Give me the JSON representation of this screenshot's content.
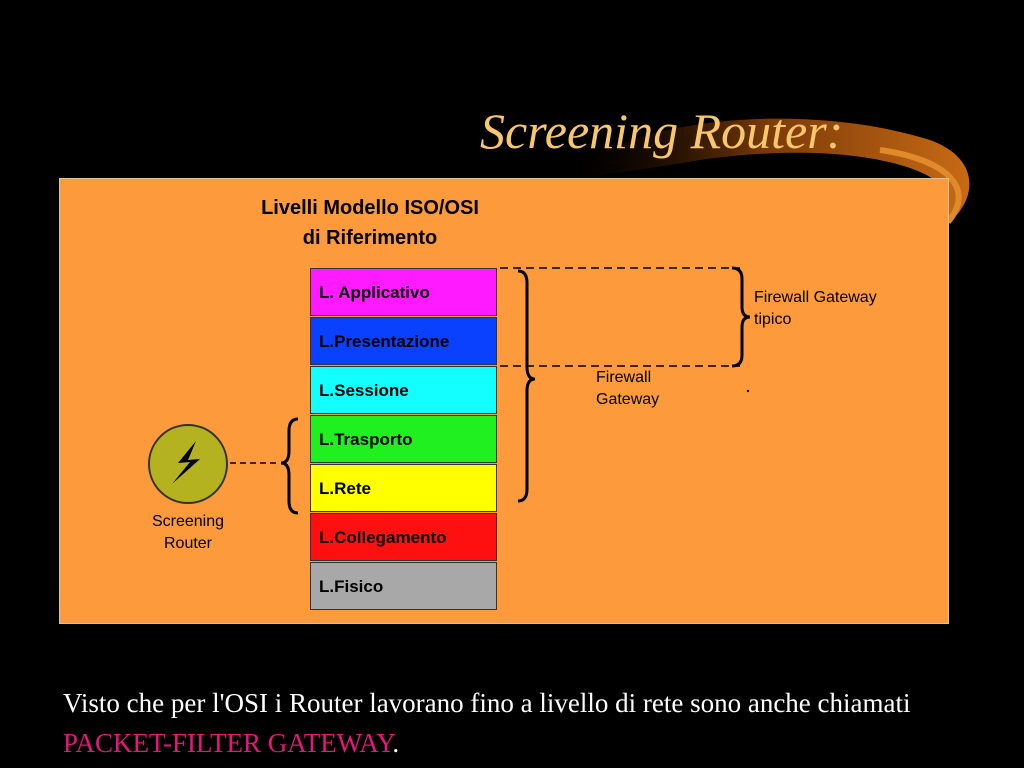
{
  "slide": {
    "title": "Screening Router:",
    "body_text": "Visto che per l'OSI i Router lavorano fino a livello di rete sono anche chiamati ",
    "highlight_text": "PACKET-FILTER GATEWAY",
    "trailing_text": ".",
    "highlight_color": "#e8157a"
  },
  "diagram": {
    "title_line1": "Livelli Modello ISO/OSI",
    "title_line2": "di Riferimento",
    "layers": [
      {
        "label": "L. Applicativo",
        "color": "#ff1aff",
        "text_color": "#000000"
      },
      {
        "label": "L.Presentazione",
        "color": "#0a40ff",
        "text_color": "#000000"
      },
      {
        "label": "L.Sessione",
        "color": "#13ffff",
        "text_color": "#000000"
      },
      {
        "label": "L.Trasporto",
        "color": "#20f020",
        "text_color": "#000000"
      },
      {
        "label": "L.Rete",
        "color": "#ffff00",
        "text_color": "#000000"
      },
      {
        "label": "L.Collegamento",
        "color": "#ff1010",
        "text_color": "#000000"
      },
      {
        "label": "L.Fisico",
        "color": "#a8a8a8",
        "text_color": "#000000"
      }
    ],
    "firewall_gateway_tipico": [
      "Firewall Gateway",
      "tipico"
    ],
    "firewall_gateway": [
      "Firewall",
      "Gateway"
    ],
    "router_label": [
      "Screening",
      "Router"
    ],
    "router_icon": "lightning-icon",
    "panel_color": "#fd9a3b"
  }
}
